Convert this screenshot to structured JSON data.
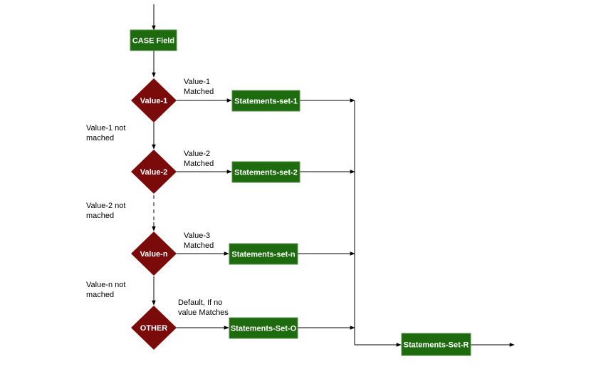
{
  "colors": {
    "process_box": "#1e6b0f",
    "decision_diamond": "#7b0a0a",
    "box_text": "#ffffff",
    "connector": "#000000"
  },
  "nodes": {
    "case_field": "CASE Field",
    "decisions": [
      "Value-1",
      "Value-2",
      "Value-n",
      "OTHER"
    ],
    "statements": [
      "Statements-set-1",
      "Statements-set-2",
      "Statements-set-n",
      "Statements-Set-O"
    ],
    "result": "Statements-Set-R"
  },
  "labels": {
    "matched": [
      [
        "Value-1",
        "Matched"
      ],
      [
        "Value-2",
        "Matched"
      ],
      [
        "Value-3",
        "Matched"
      ],
      [
        "Default, If no",
        "value Matches"
      ]
    ],
    "not_matched": [
      [
        "Value-1 not",
        "mached"
      ],
      [
        "Value-2 not",
        "mached"
      ],
      [
        "Value-n not",
        "mached"
      ]
    ]
  }
}
